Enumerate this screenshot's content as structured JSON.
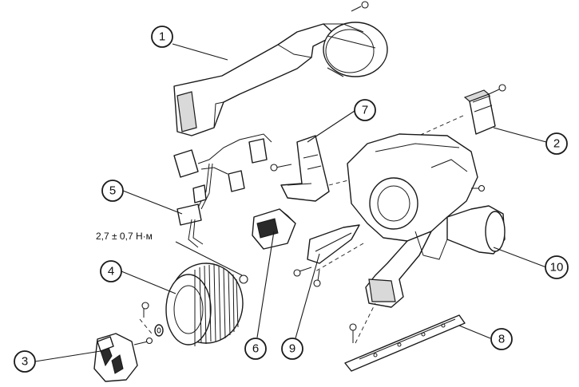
{
  "callouts": [
    {
      "id": "1",
      "label": "1"
    },
    {
      "id": "2",
      "label": "2"
    },
    {
      "id": "3",
      "label": "3"
    },
    {
      "id": "4",
      "label": "4"
    },
    {
      "id": "5",
      "label": "5"
    },
    {
      "id": "6",
      "label": "6"
    },
    {
      "id": "7",
      "label": "7"
    },
    {
      "id": "8",
      "label": "8"
    },
    {
      "id": "9",
      "label": "9"
    },
    {
      "id": "10",
      "label": "10"
    }
  ],
  "torque_spec": "2,7 ± 0,7 Н·м"
}
